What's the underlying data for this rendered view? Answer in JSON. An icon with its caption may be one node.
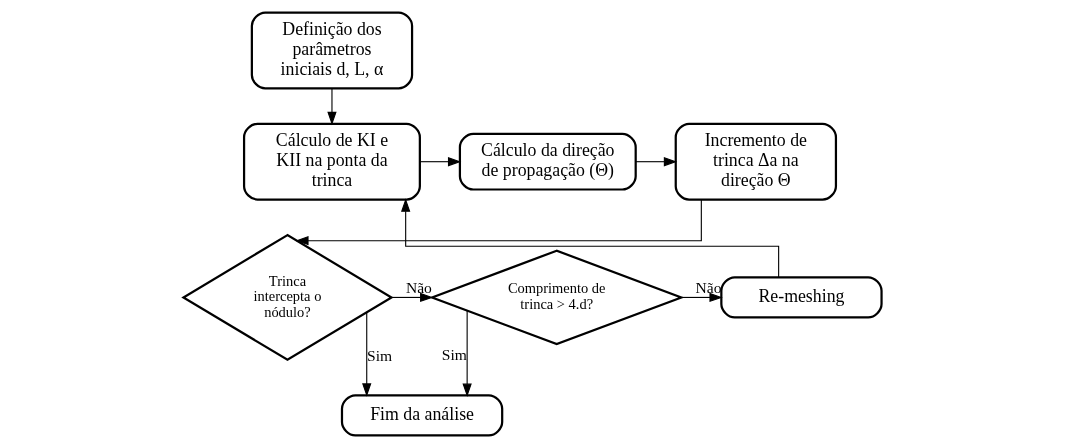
{
  "diagram": {
    "nodes": [
      {
        "text": [
          "Definição dos parâmetros iniciais d, L, α"
        ]
      },
      {
        "text": [
          "Cálculo de KI e KII na ponta da trinca"
        ]
      },
      {
        "text": [
          "Cálculo da direção de propagação (Θ)"
        ]
      },
      {
        "text": [
          "Incremento de trinca Δa na direção Θ"
        ]
      },
      {
        "text": [
          "Re-meshing"
        ]
      },
      {
        "text": [
          "Comprimento de trinca > 4.d?"
        ]
      },
      {
        "text": [
          "Trinca intercepta o nódulo?"
        ]
      },
      {
        "text": [
          "Fim da análise"
        ]
      }
    ],
    "edges": [
      {
        "from": 0,
        "to": 1,
        "arrow": "to"
      },
      {
        "from": 1,
        "to": 2,
        "arrow": "to"
      },
      {
        "from": 2,
        "to": 3,
        "arrow": "to"
      },
      {
        "from": 3,
        "to": 6,
        "arrow": "to"
      },
      {
        "from": 6,
        "to": 5,
        "arrow": "to",
        "label": "Não"
      },
      {
        "from": 5,
        "to": 4,
        "arrow": "to",
        "label": "Não"
      },
      {
        "from": 4,
        "to": 1,
        "arrow": "to"
      },
      {
        "from": 5,
        "to": 7,
        "arrow": "to",
        "label": "Sim"
      },
      {
        "from": 6,
        "to": 7,
        "arrow": "to",
        "label": "Sim"
      }
    ]
  }
}
